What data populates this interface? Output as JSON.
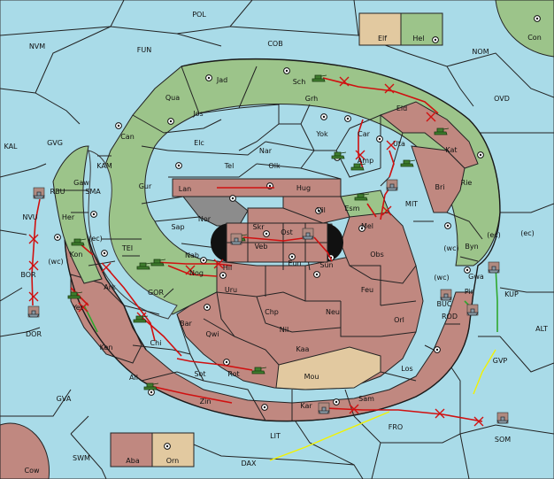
{
  "map": {
    "colors": {
      "sea": "#a9dbe8",
      "green_power": "#9cc48a",
      "red_power": "#c08880",
      "tan_power": "#e2c9a0",
      "neutral_gray": "#8c8c8c",
      "move_red": "#d01010",
      "move_green": "#2ea82e",
      "move_yellow": "#f2f200"
    },
    "legend_top": [
      "Elf",
      "Hel"
    ],
    "legend_bottom": [
      "Aba",
      "Orn"
    ],
    "sea_labels": [
      "POL",
      "NVM",
      "FUN",
      "COB",
      "NOM",
      "Con",
      "OVD",
      "KAL",
      "GVG",
      "KAM",
      "TEI",
      "GOR",
      "MIT",
      "RBU",
      "SMA",
      "(wc)",
      "(ec)",
      "(wc)",
      "(ec)",
      "(wc)",
      "(ec)",
      "BUC",
      "KUP",
      "ROD",
      "ALT",
      "GVP",
      "GVA",
      "LIT",
      "FRO",
      "SOM",
      "SWM",
      "DAX",
      "Cow",
      "NVU",
      "BOR",
      "DOR"
    ],
    "land_labels": [
      "Jad",
      "Sch",
      "Qua",
      "Grh",
      "Jos",
      "Eld",
      "Can",
      "Yok",
      "Car",
      "Elc",
      "Nar",
      "Amp",
      "Uta",
      "Kat",
      "Tel",
      "Olk",
      "Gaw",
      "Gur",
      "Lan",
      "Hug",
      "Bri",
      "Rie",
      "Nor",
      "Vil",
      "Esm",
      "Her",
      "Skr",
      "Ost",
      "Mel",
      "Sap",
      "Veb",
      "Kon",
      "Byn",
      "Eun",
      "Sun",
      "Obs",
      "Nab",
      "Hil",
      "Gwa",
      "Ark",
      "Nog",
      "Uru",
      "Feu",
      "Pir",
      "Yer",
      "Chp",
      "Neu",
      "Orl",
      "Bar",
      "Nil",
      "Qwi",
      "Ken",
      "Chi",
      "Kaa",
      "Los",
      "Sot",
      "Rot",
      "Mou",
      "Ail",
      "Sam",
      "Zin",
      "Kar"
    ]
  }
}
